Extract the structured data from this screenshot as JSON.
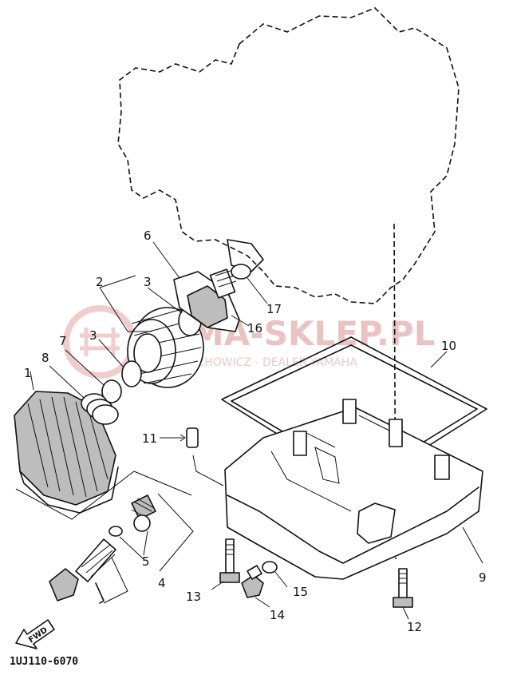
{
  "diagram_code": "1UJ110-6070",
  "fwd_label": "FWD",
  "watermark": {
    "brand": "YAMA-SKLEP.PL",
    "subtitle": "PIECHOWICZ - DEALER YAMAHA"
  },
  "callouts": [
    "1",
    "2",
    "3",
    "3",
    "4",
    "5",
    "6",
    "7",
    "8",
    "9",
    "10",
    "11",
    "12",
    "13",
    "14",
    "15",
    "16",
    "17"
  ],
  "colors": {
    "line": "#111111",
    "watermark": "#e8b8b8"
  }
}
